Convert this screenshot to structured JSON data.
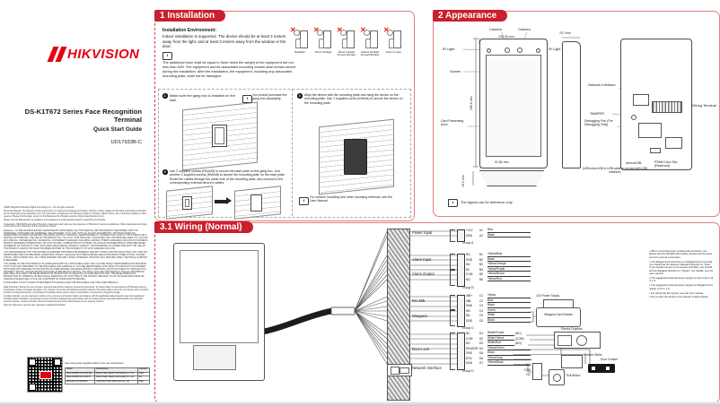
{
  "colors": {
    "accent_red": "#c9202c",
    "logo_red": "#e60012"
  },
  "cover": {
    "brand": "HIKVISION",
    "title": "DS-K1T672 Series Face Recognition Terminal",
    "subtitle": "Quick Start Guide",
    "doc_code": "UD17933B-C",
    "legal": [
      "©2020 Hangzhou Hikvision Digital Technology Co., Ltd. All rights reserved.",
      "About this Manual: The Manual includes instructions for using and managing the Product. Pictures, charts, images and all other information hereinafter are for description and explanation only. The information contained in the Manual is subject to change, without notice, due to firmware updates or other reasons. Please find the latest version of this Manual at the Hikvision website (https://www.hikvision.com/).",
      "Please use this Manual with the guidance and assistance of professionals trained in supporting the Product.",
      "Trademarks: HIKVISION and other Hikvision's trademarks and logos are the properties of Hikvision in various jurisdictions. Other trademarks and logos mentioned are the properties of their respective owners.",
      "Disclaimer: TO THE MAXIMUM EXTENT PERMITTED BY APPLICABLE LAW, THIS MANUAL AND THE PRODUCT DESCRIBED, WITH ITS HARDWARE, SOFTWARE AND FIRMWARE, ARE PROVIDED \"AS IS\" AND \"WITH ALL FAULTS AND ERRORS\". HIKVISION MAKES NO WARRANTIES, EXPRESS OR IMPLIED, INCLUDING WITHOUT LIMITATION, MERCHANTABILITY, SATISFACTORY QUALITY, OR FITNESS FOR A PARTICULAR PURPOSE. THE USE OF THE PRODUCT BY YOU IS AT YOUR OWN RISK. IN NO EVENT WILL HIKVISION BE LIABLE TO YOU FOR ANY SPECIAL, CONSEQUENTIAL, INCIDENTAL, OR INDIRECT DAMAGES, INCLUDING, AMONG OTHERS, DAMAGES FOR LOSS OF BUSINESS PROFITS, BUSINESS INTERRUPTION, OR LOSS OF DATA, CORRUPTION OF SYSTEMS, OR LOSS OF DOCUMENTATION, WHETHER BASED ON BREACH OF CONTRACT, TORT (INCLUDING NEGLIGENCE), PRODUCT LIABILITY, OR OTHERWISE, IN CONNECTION WITH THE USE OF THE PRODUCT, EVEN IF HIKVISION HAS BEEN ADVISED OF THE POSSIBILITY OF SUCH DAMAGES OR LOSS.",
      "YOU ACKNOWLEDGE THAT THE NATURE OF INTERNET PROVIDES FOR INHERENT SECURITY RISKS, AND HIKVISION SHALL NOT TAKE ANY RESPONSIBILITIES FOR ABNORMAL OPERATION, PRIVACY LEAKAGE OR OTHER DAMAGES RESULTING FROM CYBER-ATTACK, HACKER ATTACK, VIRUS INSPECTION, OR OTHER INTERNET SECURITY RISKS; HOWEVER, HIKVISION WILL PROVIDE TIMELY TECHNICAL SUPPORT IF REQUIRED.",
      "YOU AGREE TO USE THIS PRODUCT IN COMPLIANCE WITH ALL APPLICABLE LAWS, AND YOU ARE SOLELY RESPONSIBLE FOR ENSURING THAT YOUR USE CONFORMS TO THE APPLICABLE LAW. ESPECIALLY, YOU ARE RESPONSIBLE, FOR USING THIS PRODUCT IN A MANNER THAT DOES NOT INFRINGE ON THE RIGHTS OF THIRD PARTIES, INCLUDING WITHOUT LIMITATION, RIGHTS OF PUBLICITY, INTELLECTUAL PROPERTY RIGHTS, OR DATA PROTECTION AND OTHER PRIVACY RIGHTS. YOU SHALL NOT USE THIS PRODUCT FOR ANY PROHIBITED END-USES, INCLUDING THE DEVELOPMENT OR PRODUCTION OF WEAPONS OF MASS DESTRUCTION, THE DEVELOPMENT OR PRODUCTION OF CHEMICAL OR BIOLOGICAL WEAPONS, ANY ACTIVITIES IN THE CONTEXT RELATED TO ANY NUCLEAR EXPLOSIVE OR UNSAFE NUCLEAR FUEL-CYCLE, OR IN SUPPORT OF HUMAN RIGHTS ABUSES.",
      "IN THE EVENT OF ANY CONFLICTS BETWEEN THIS MANUAL AND THE APPLICABLE LAW, THE LATER PREVAILS.",
      "Data Protection: During the use of device, personal data will be collected, stored and processed. To protect data, the development of Hikvision devices incorporates privacy by design principles. For example, for device with facial recognition features, biometrics data is stored in your device with encryption method; for fingerprint device, only fingerprint template will be saved, which is impossible to reconstruct a fingerprint image.",
      "As data controller, you are advised to collect, store, process and transfer data in accordance with the applicable data protection laws and regulations, including without limitation, conducting security controls to safeguard personal data, such as, implementing reasonable administrative and physical security controls, conduct periodic reviews and assessments of the effectiveness of your security controls.",
      "Scan the QR code to get the user manual for detailed information."
    ],
    "power_note": "Use only power supplies listed in the use instructions:",
    "power_table": {
      "headers": [
        "Model",
        "Manufacturer",
        "Standard"
      ],
      "rows": [
        [
          "MSA-C2000IC12.0-24P-DE",
          "Moso Power Supply Technology Co., Ltd",
          "CEE"
        ],
        [
          "MSA-C2000IC12.0-24P-B",
          "Moso Power Supply Technology Co., Ltd",
          "BS"
        ],
        [
          "ADS-24S-12 1224GPG",
          "Shenzhen Honor Electronic Co., Ltd",
          "CEE"
        ]
      ]
    }
  },
  "install": {
    "heading": "1 Installation",
    "env_title": "Installation Environment:",
    "env_text": "Indoor installation is supported. The device should be at least 2 meters away from the light, and at least 3 meters away from the window or the door.",
    "force_note": "The additional force shall be equal to three times the weight of the equipment but not less than 50N. The equipment and its associated mounting means shall remain secure during the installation. After the installation, the equipment, including any associated mounting plate, shall not be damaged.",
    "warnings": [
      "Backlight",
      "Direct Sunlight",
      "Direct Sunlight through Window",
      "Indirect Sunlight through Window",
      "Close to Light"
    ],
    "step1": "Make sure the gang box is installed on the wall.",
    "step1_note": "You should purchase the gang box separately.",
    "step2": "Use 2 supplied screws (PA4x25) to secure the base plate on the gang box. Use another 2 supplied screws (KM4x8) to secure the mounting plate on the base plate. Route the cables through the cable hole of the mounting plate, and connect to the corresponding external device's cables.",
    "step3": "Align the device with the mounting plate and hang the device on the mounting plate. Use 1 supplied screw (KM4x6) to secure the device on the mounting plate.",
    "surface_note": "For surface mounting and other mounting methods, see the User Manual."
  },
  "appearance": {
    "heading": "2 Appearance",
    "camera1": "Camera",
    "camera2": "Camera",
    "ir_left": "IR Light",
    "ir_right": "IR Light",
    "screen": "Screen",
    "card_area": "Card Presenting Area",
    "network": "Network Interface",
    "tamper": "TAMPER",
    "debug_port": "Debugging Port (For Debugging Only)",
    "wiring_terminal": "Wiring Terminal",
    "microusb": "microUSB",
    "microusb_note": "(USB microUSB to USB cable to connect with USB interface)",
    "psam": "PSAM Card Slot (Reserved)",
    "dim_width": "103.26 mm",
    "dim_height": "185.8 mm",
    "dim_depth": "20.7mm",
    "dim_bottom_w": "91.84 mm",
    "dim_bottom_h": "18.2 mm",
    "note": "The figures are for reference only."
  },
  "wiring": {
    "heading": "3.1 Wiring (Normal)",
    "labels": {
      "power": "Power Input",
      "alarm_in": "Alarm Input",
      "alarm_out": "Alarm Output",
      "rs485": "RS-485",
      "wiegand": "Wiegand",
      "door": "Door Lock",
      "network": "Network Interface"
    },
    "group_tags": [
      "Group A",
      "Group B",
      "Group C",
      "Group D"
    ],
    "pins": [
      {
        "n": "+12V",
        "i": "A1",
        "c": "Red"
      },
      {
        "n": "GND",
        "i": "A2",
        "c": "Black"
      },
      {
        "n": "IN1",
        "i": "B1",
        "c": "Yellow/Blue"
      },
      {
        "n": "GND",
        "i": "B2",
        "c": "Black"
      },
      {
        "n": "IN2",
        "i": "B3",
        "c": "Yellow/Orange"
      },
      {
        "n": "NC",
        "i": "B4",
        "c": "Yellow/Purple"
      },
      {
        "n": "COM",
        "i": "B5",
        "c": "Yellow/Brown"
      },
      {
        "n": "NO",
        "i": "B6",
        "c": "Yellow/Red"
      },
      {
        "n": "485+",
        "i": "C1",
        "c": "Yellow"
      },
      {
        "n": "485-",
        "i": "C2",
        "c": "Blue"
      },
      {
        "n": "GND",
        "i": "C3",
        "c": "Black"
      },
      {
        "n": "W0",
        "i": "C4",
        "c": "Green"
      },
      {
        "n": "W1",
        "i": "C5",
        "c": "White"
      },
      {
        "n": "GND",
        "i": "C6",
        "c": "Black"
      },
      {
        "n": "NC",
        "i": "D1",
        "c": "White/Purple",
        "t": "(NC)"
      },
      {
        "n": "COM",
        "i": "D2",
        "c": "White/Yellow",
        "t": "(COM)"
      },
      {
        "n": "NO",
        "i": "D3",
        "c": "White/Red",
        "t": "(NO)"
      },
      {
        "n": "SENSOR",
        "i": "D4",
        "c": "Yellow/Green"
      },
      {
        "n": "GND",
        "i": "D5",
        "c": "Black"
      },
      {
        "n": "BTN",
        "i": "D6",
        "c": "Yellow/Gray"
      },
      {
        "n": "GND",
        "i": "D7",
        "c": "Yellow/Black"
      }
    ],
    "devices": {
      "psu": "12V Power Supply",
      "reader": "Wiegand Card Reader",
      "dropbolt": "Electric Dropbolt",
      "strike": "Electric Strike",
      "contact": "Door Contact",
      "exit": "Exit Button"
    },
    "relay": [
      "NO",
      "COM",
      "NC"
    ],
    "notes": [
      "When connecting door contact and exit button, the device and the RS-485 card reader should use the same common ground connection.",
      "The Wiegand terminal here is a Wiegand input terminal. You should set the device's Wiegand direction to \"Input\". If you should connect to an access controller, you should set the Wiegand direction to \"Output\". For details, see the user manual.",
      "The suggested external power supply for door lock is 12 V, 1 A.",
      "The suggested external power supply for Wiegand card reader is 12 V, 1 A.",
      "For wiring the fire system, see the user manual.",
      "Do not wire the device to the electric supply directly."
    ]
  }
}
